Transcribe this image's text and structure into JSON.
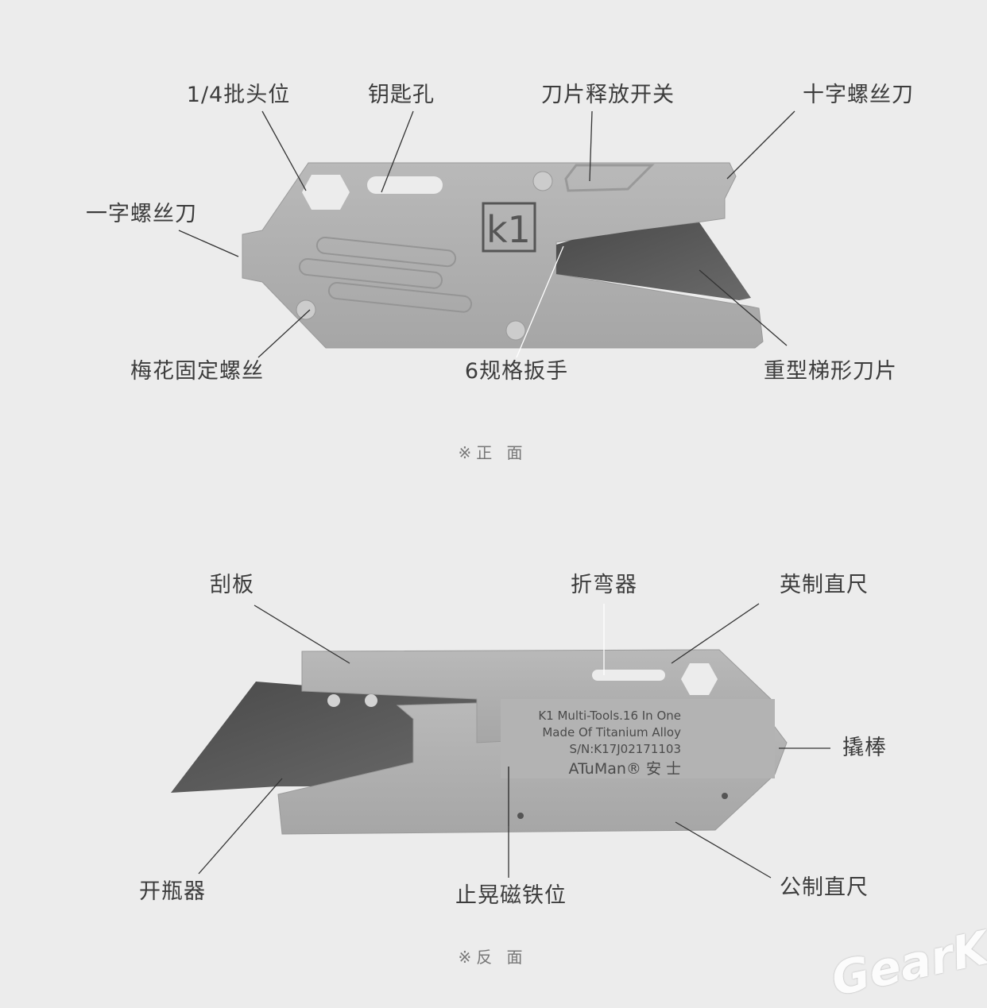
{
  "front": {
    "labels": {
      "bit_slot": "1/4批头位",
      "key_hole": "钥匙孔",
      "blade_release": "刀片释放开关",
      "phillips": "十字螺丝刀",
      "flathead": "一字螺丝刀",
      "torx_screw": "梅花固定螺丝",
      "wrench": "6规格扳手",
      "blade": "重型梯形刀片"
    },
    "logo": "k1",
    "caption": "※正 面"
  },
  "back": {
    "labels": {
      "scraper": "刮板",
      "bender": "折弯器",
      "inch_ruler": "英制直尺",
      "pry_bar": "撬棒",
      "bottle_opener": "开瓶器",
      "magnet": "止晃磁铁位",
      "metric_ruler": "公制直尺"
    },
    "engraving": {
      "line1": "K1 Multi-Tools.16 In One",
      "line2": "Made Of Titanium Alloy",
      "line3": "S/N:K17J02171103",
      "brand": "ATuMan® 安 士"
    },
    "caption": "※反 面"
  },
  "watermark": "GearKr"
}
